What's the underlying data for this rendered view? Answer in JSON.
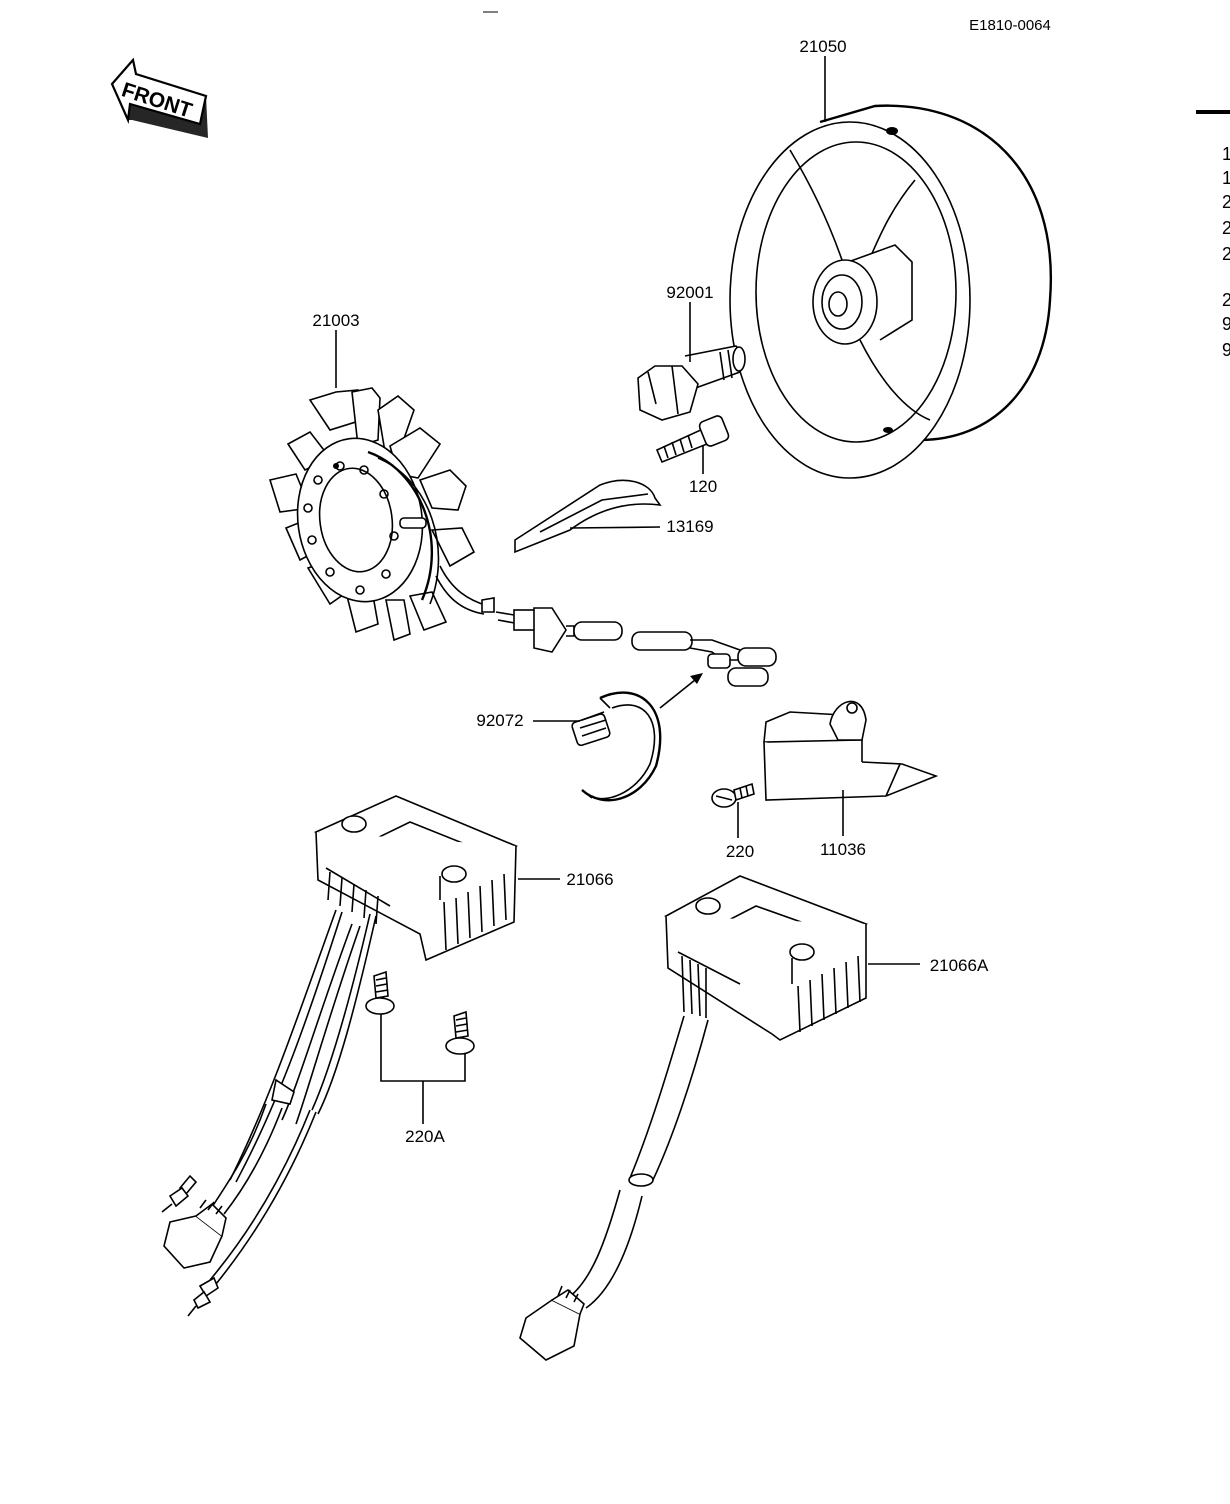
{
  "document_code": "E1810-0064",
  "front_arrow_text": "FRONT",
  "callouts": [
    {
      "id": "flywheel",
      "number": "21050"
    },
    {
      "id": "bolt",
      "number": "92001"
    },
    {
      "id": "stator",
      "number": "21003"
    },
    {
      "id": "screw-120",
      "number": "120"
    },
    {
      "id": "plate",
      "number": "13169"
    },
    {
      "id": "band",
      "number": "92072"
    },
    {
      "id": "screw-220",
      "number": "220"
    },
    {
      "id": "bracket",
      "number": "11036"
    },
    {
      "id": "regulator",
      "number": "21066"
    },
    {
      "id": "regulator-alt",
      "number": "21066A"
    },
    {
      "id": "screws-220a",
      "number": "220A"
    }
  ],
  "right_edge_fragments": [
    "1",
    "1",
    "2",
    "2",
    "2",
    "2",
    "9",
    "9"
  ]
}
